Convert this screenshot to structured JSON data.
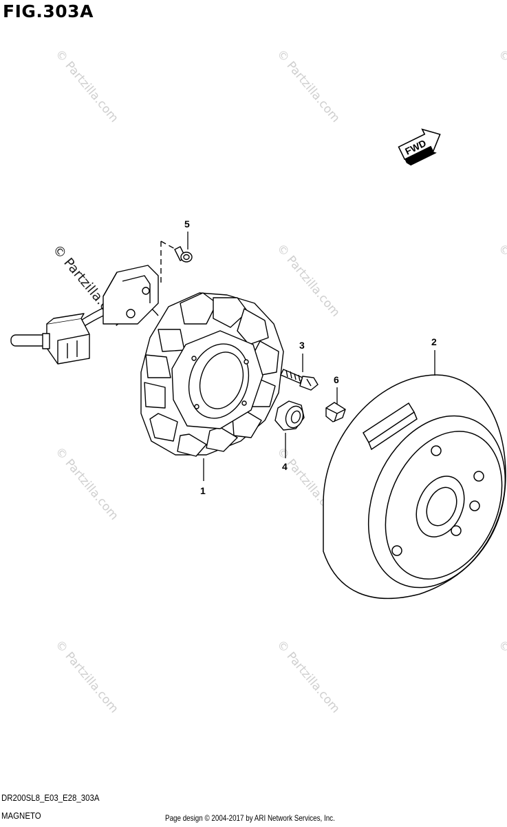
{
  "figure": {
    "title": "FIG.303A",
    "ref_code": "DR200SL8_E03_E28_303A",
    "ref_name": "MAGNETO",
    "copyright": "Page design © 2004-2017 by ARI Network Services, Inc."
  },
  "direction_marker": {
    "label": "FWD"
  },
  "watermark": {
    "text": "© Partzilla.com"
  },
  "callouts": {
    "part1": "1",
    "part2": "2",
    "part3": "3",
    "part4": "4",
    "part5": "5",
    "part6": "6"
  }
}
